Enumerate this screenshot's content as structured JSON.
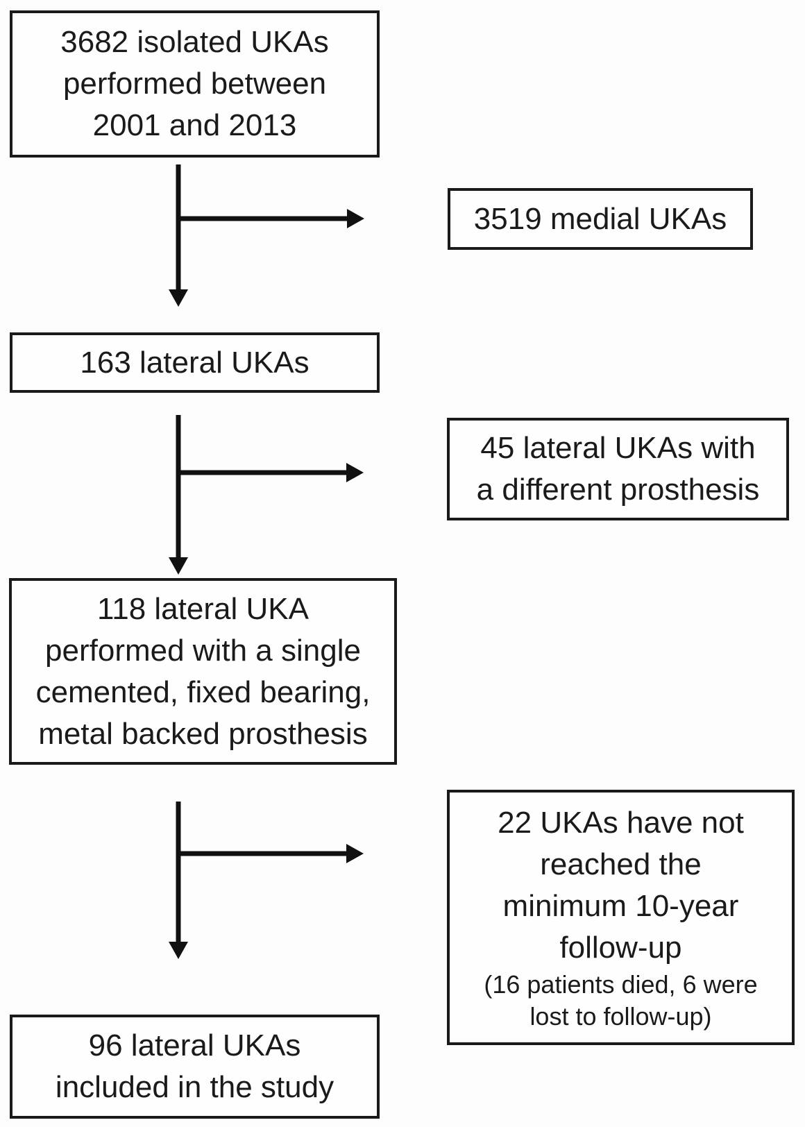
{
  "boxes": {
    "total": {
      "lines": [
        "3682 isolated UKAs",
        "performed between",
        "2001 and 2013"
      ]
    },
    "medial": {
      "lines": [
        "3519 medial UKAs"
      ]
    },
    "lateral": {
      "lines": [
        "163 lateral UKAs"
      ]
    },
    "different": {
      "lines": [
        "45 lateral UKAs with",
        "a different prosthesis"
      ]
    },
    "single": {
      "lines": [
        "118 lateral UKA",
        "performed with a single",
        "cemented, fixed bearing,",
        "metal backed prosthesis"
      ]
    },
    "not_reached": {
      "lines": [
        "22 UKAs have not",
        "reached the",
        "minimum 10-year",
        "follow-up"
      ],
      "note_lines": [
        "(16 patients died, 6 were",
        "lost to follow-up)"
      ]
    },
    "included": {
      "lines": [
        "96 lateral UKAs",
        "included in the study"
      ]
    }
  },
  "colors": {
    "box_border": "#1a1a1a",
    "box_fill": "#fefefe",
    "text": "#1a1a1a",
    "arrow": "#111111",
    "background": "#fdfdfd"
  }
}
